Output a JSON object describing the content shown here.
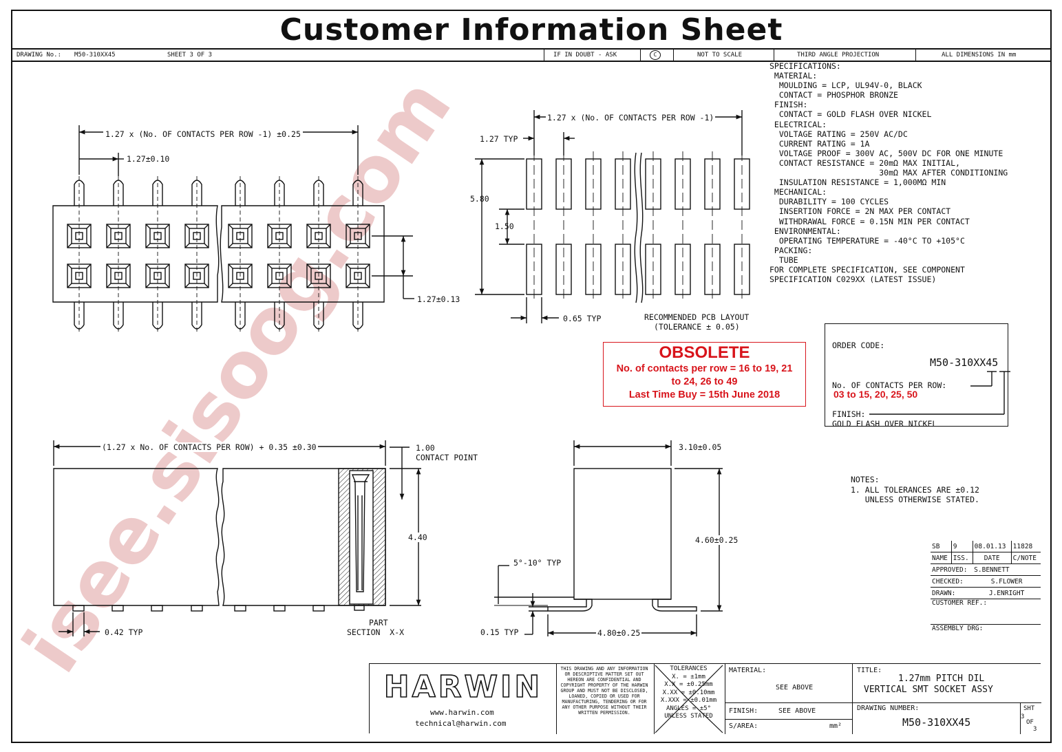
{
  "header": {
    "title": "Customer Information Sheet",
    "drawing_no_label": "DRAWING No.:",
    "drawing_no": "M50-310XX45",
    "sheet": "SHEET 3 OF 3",
    "doubt": "IF IN DOUBT - ASK",
    "copyright": "C",
    "scale": "NOT TO SCALE",
    "projection": "THIRD ANGLE PROJECTION",
    "dims": "ALL DIMENSIONS IN mm"
  },
  "watermark": "isee.sisoog.com",
  "top_view": {
    "dim_overall": "1.27 x (No. OF CONTACTS PER ROW -1) ±0.25",
    "dim_pitch": "1.27±0.10",
    "dim_row": "1.27±0.13"
  },
  "pcb": {
    "dim_overall": "1.27 x (No. OF CONTACTS PER ROW -1)",
    "dim_typ": "1.27 TYP",
    "dim_height": "5.80",
    "dim_gap": "1.50",
    "dim_pad": "0.65 TYP",
    "caption1": "RECOMMENDED PCB LAYOUT",
    "caption2": "(TOLERANCE ± 0.05)"
  },
  "specs": [
    "SPECIFICATIONS:",
    " MATERIAL:",
    "  MOULDING = LCP, UL94V-0, BLACK",
    "  CONTACT = PHOSPHOR BRONZE",
    " FINISH:",
    "  CONTACT = GOLD FLASH OVER NICKEL",
    " ELECTRICAL:",
    "  VOLTAGE RATING = 250V AC/DC",
    "  CURRENT RATING = 1A",
    "  VOLTAGE PROOF = 300V AC, 500V DC FOR ONE MINUTE",
    "  CONTACT RESISTANCE = 20mΩ MAX INITIAL,",
    "                       30mΩ MAX AFTER CONDITIONING",
    "  INSULATION RESISTANCE = 1,000MΩ MIN",
    " MECHANICAL:",
    "  DURABILITY = 100 CYCLES",
    "  INSERTION FORCE = 2N MAX PER CONTACT",
    "  WITHDRAWAL FORCE = 0.15N MIN PER CONTACT",
    " ENVIRONMENTAL:",
    "  OPERATING TEMPERATURE = -40°C TO +105°C",
    " PACKING:",
    "  TUBE",
    "FOR COMPLETE SPECIFICATION, SEE COMPONENT",
    "SPECIFICATION C029XX (LATEST ISSUE)"
  ],
  "obsolete": {
    "title": "OBSOLETE",
    "line1": "No. of contacts per row = 16 to 19, 21",
    "line2": "to 24, 26 to 49",
    "line3": "Last Time Buy = 15th June 2018"
  },
  "order": {
    "label": "ORDER CODE:",
    "code": "M50-310XX45",
    "contacts_label": "No. OF CONTACTS PER ROW:",
    "contacts_value": "03 to 15, 20, 25, 50",
    "finish_label": "FINISH:",
    "finish_value": "GOLD FLASH OVER NICKEL"
  },
  "side_view": {
    "dim_overall": "(1.27 x No. OF CONTACTS PER ROW) + 0.35 ±0.30",
    "contact_point1": "1.00",
    "contact_point2": "CONTACT POINT",
    "dim_height": "4.40",
    "dim_pin": "0.42 TYP",
    "section1": "PART",
    "section2": "SECTION  X-X"
  },
  "end_view": {
    "dim_width": "3.10±0.05",
    "dim_height": "4.60±0.25",
    "dim_angle": "5°-10° TYP",
    "dim_thk": "0.15 TYP",
    "dim_foot": "4.80±0.25"
  },
  "notes": {
    "title": "NOTES:",
    "line1": "1. ALL TOLERANCES ARE ±0.12",
    "line2": "   UNLESS OTHERWISE STATED."
  },
  "revision": {
    "row": [
      "SB",
      "9",
      "08.01.13",
      "11828"
    ],
    "heads": [
      "NAME",
      "ISS.",
      "DATE",
      "C/NOTE"
    ],
    "approved_label": "APPROVED:",
    "approved": "S.BENNETT",
    "checked_label": "CHECKED:",
    "checked": "S.FLOWER",
    "drawn_label": "DRAWN:",
    "drawn": "J.ENRIGHT",
    "customer_ref": "CUSTOMER REF.:",
    "assembly": "ASSEMBLY DRG:"
  },
  "titleblock": {
    "logo": "HARWIN",
    "web": "www.harwin.com",
    "email": "technical@harwin.com",
    "legal": "THIS DRAWING AND ANY INFORMATION OR DESCRIPTIVE MATTER SET OUT HEREON ARE CONFIDENTIAL AND COPYRIGHT PROPERTY OF THE HARWIN GROUP AND MUST NOT BE DISCLOSED, LOANED, COPIED OR USED FOR MANUFACTURING, TENDERING OR FOR ANY OTHER PURPOSE WITHOUT THEIR WRITTEN PERMISSION.",
    "tol_title": "TOLERANCES",
    "tol1": "X. = ±1mm",
    "tol2": "X.X = ±0.25mm",
    "tol3": "X.XX = ±0.10mm",
    "tol4": "X.XXX = ±0.01mm",
    "tol5": "ANGLES = ±5°",
    "tol6": "UNLESS STATED",
    "material_label": "MATERIAL:",
    "material": "SEE ABOVE",
    "finish_label": "FINISH:",
    "finish": "SEE ABOVE",
    "sarea_label": "S/AREA:",
    "sarea_unit": "mm²",
    "title_label": "TITLE:",
    "title1": "1.27mm PITCH DIL",
    "title2": "VERTICAL SMT SOCKET ASSY",
    "dwg_label": "DRAWING NUMBER:",
    "dwg": "M50-310XX45",
    "sht_label": "SHT",
    "sht_num": "3",
    "sht_of": "OF",
    "sht_total": "3"
  }
}
